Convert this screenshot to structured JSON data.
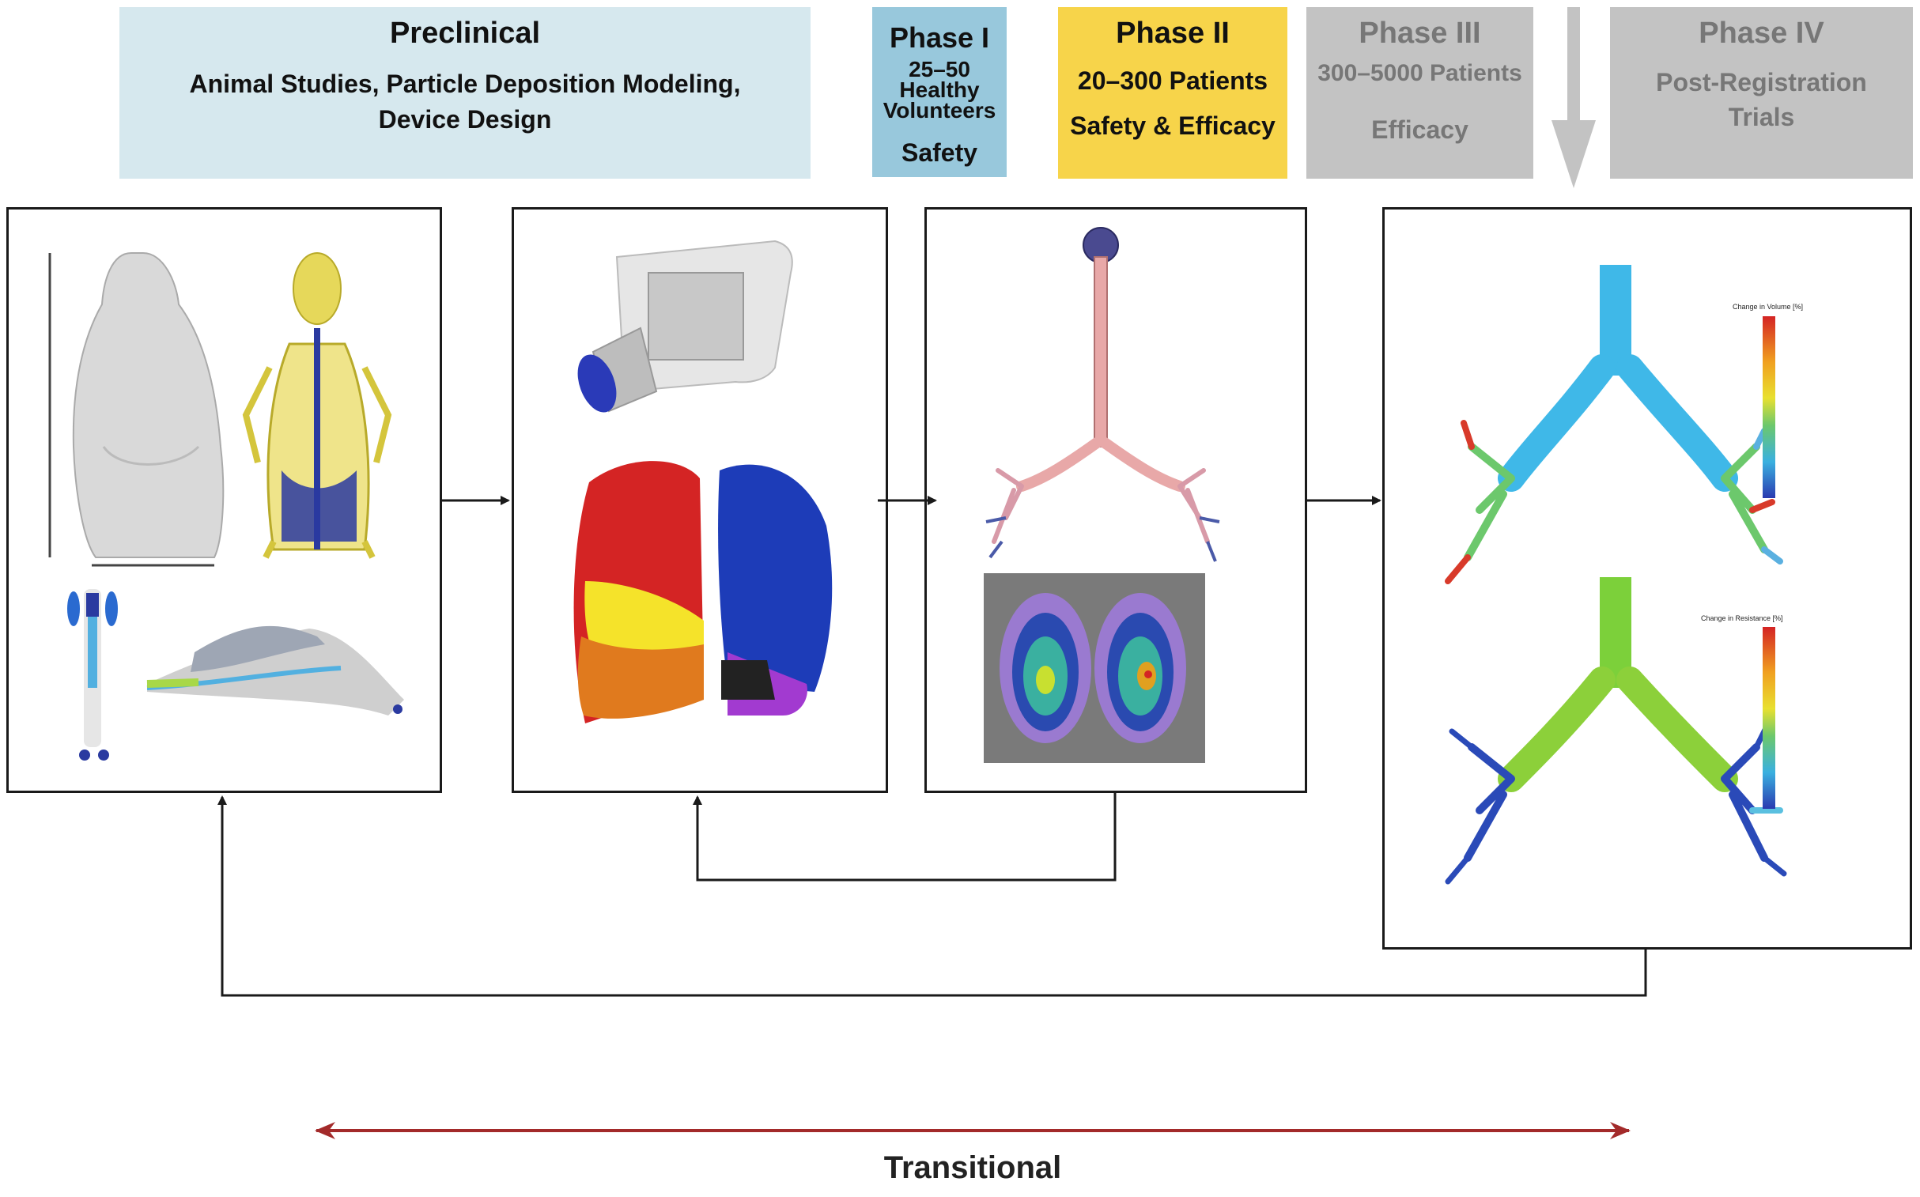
{
  "phases": {
    "preclinical": {
      "title": "Preclinical",
      "subtitle": "Animal Studies, Particle Deposition Modeling, Device Design",
      "color": "#d6e8ee"
    },
    "phase1": {
      "title": "Phase I",
      "subtitle": "25–50 Healthy Volunteers",
      "focus": "Safety",
      "color": "#98c8dc"
    },
    "phase2": {
      "title": "Phase II",
      "subtitle": "20–300 Patients",
      "focus": "Safety & Efficacy",
      "color": "#f7d44a"
    },
    "phase3": {
      "title": "Phase III",
      "subtitle": "300–5000 Patients",
      "focus": "Efficacy",
      "color": "#c3c3c3"
    },
    "phase4": {
      "title": "Phase IV",
      "subtitle": "Post-Registration Trials",
      "color": "#c3c3c3"
    }
  },
  "panels": {
    "airway_legend_volume": "Change in Volume [%]",
    "airway_legend_resistance": "Change in Resistance [%]"
  },
  "footer": {
    "label": "Transitional",
    "arrow_color": "#a32a2a"
  }
}
